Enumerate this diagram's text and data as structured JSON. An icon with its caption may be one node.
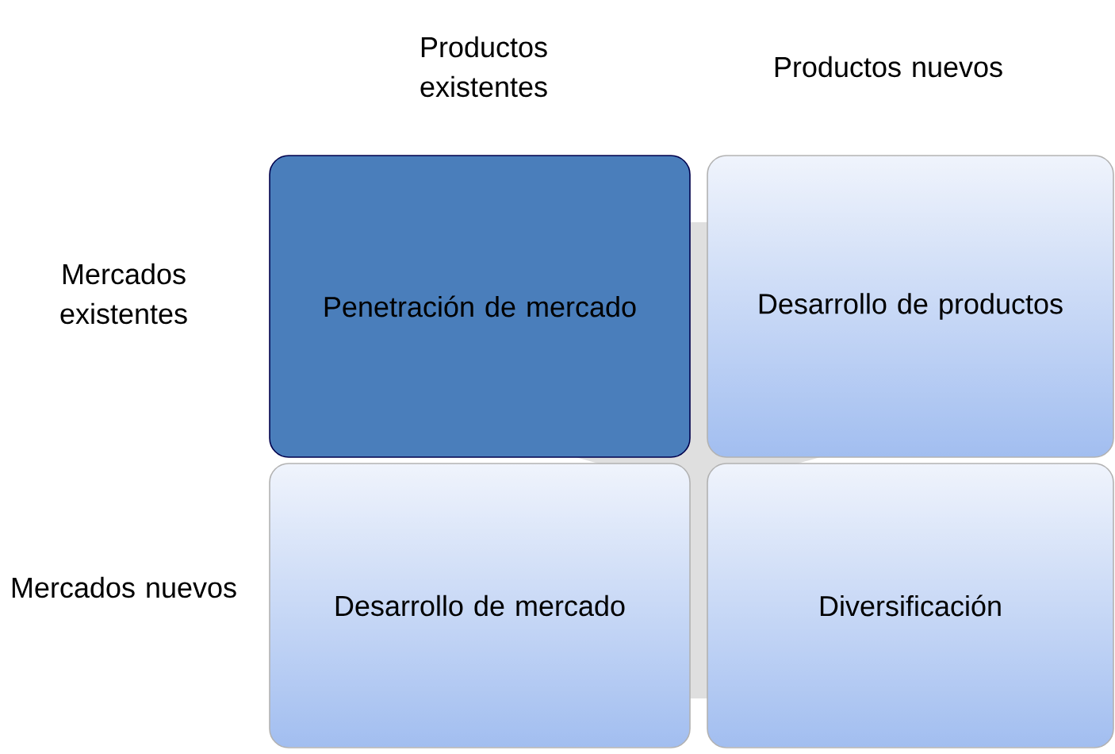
{
  "diagram": {
    "nodes": [
      {
        "text": [
          "Penetración de mercado"
        ]
      },
      {
        "text": [
          "Desarrollo de productos"
        ]
      },
      {
        "text": [
          "Desarrollo de mercado"
        ]
      },
      {
        "text": [
          "Diversificación"
        ]
      }
    ],
    "labels": [
      "Productos existentes",
      "Productos nuevos",
      "Mercados existentes",
      "Mercados nuevos"
    ]
  }
}
